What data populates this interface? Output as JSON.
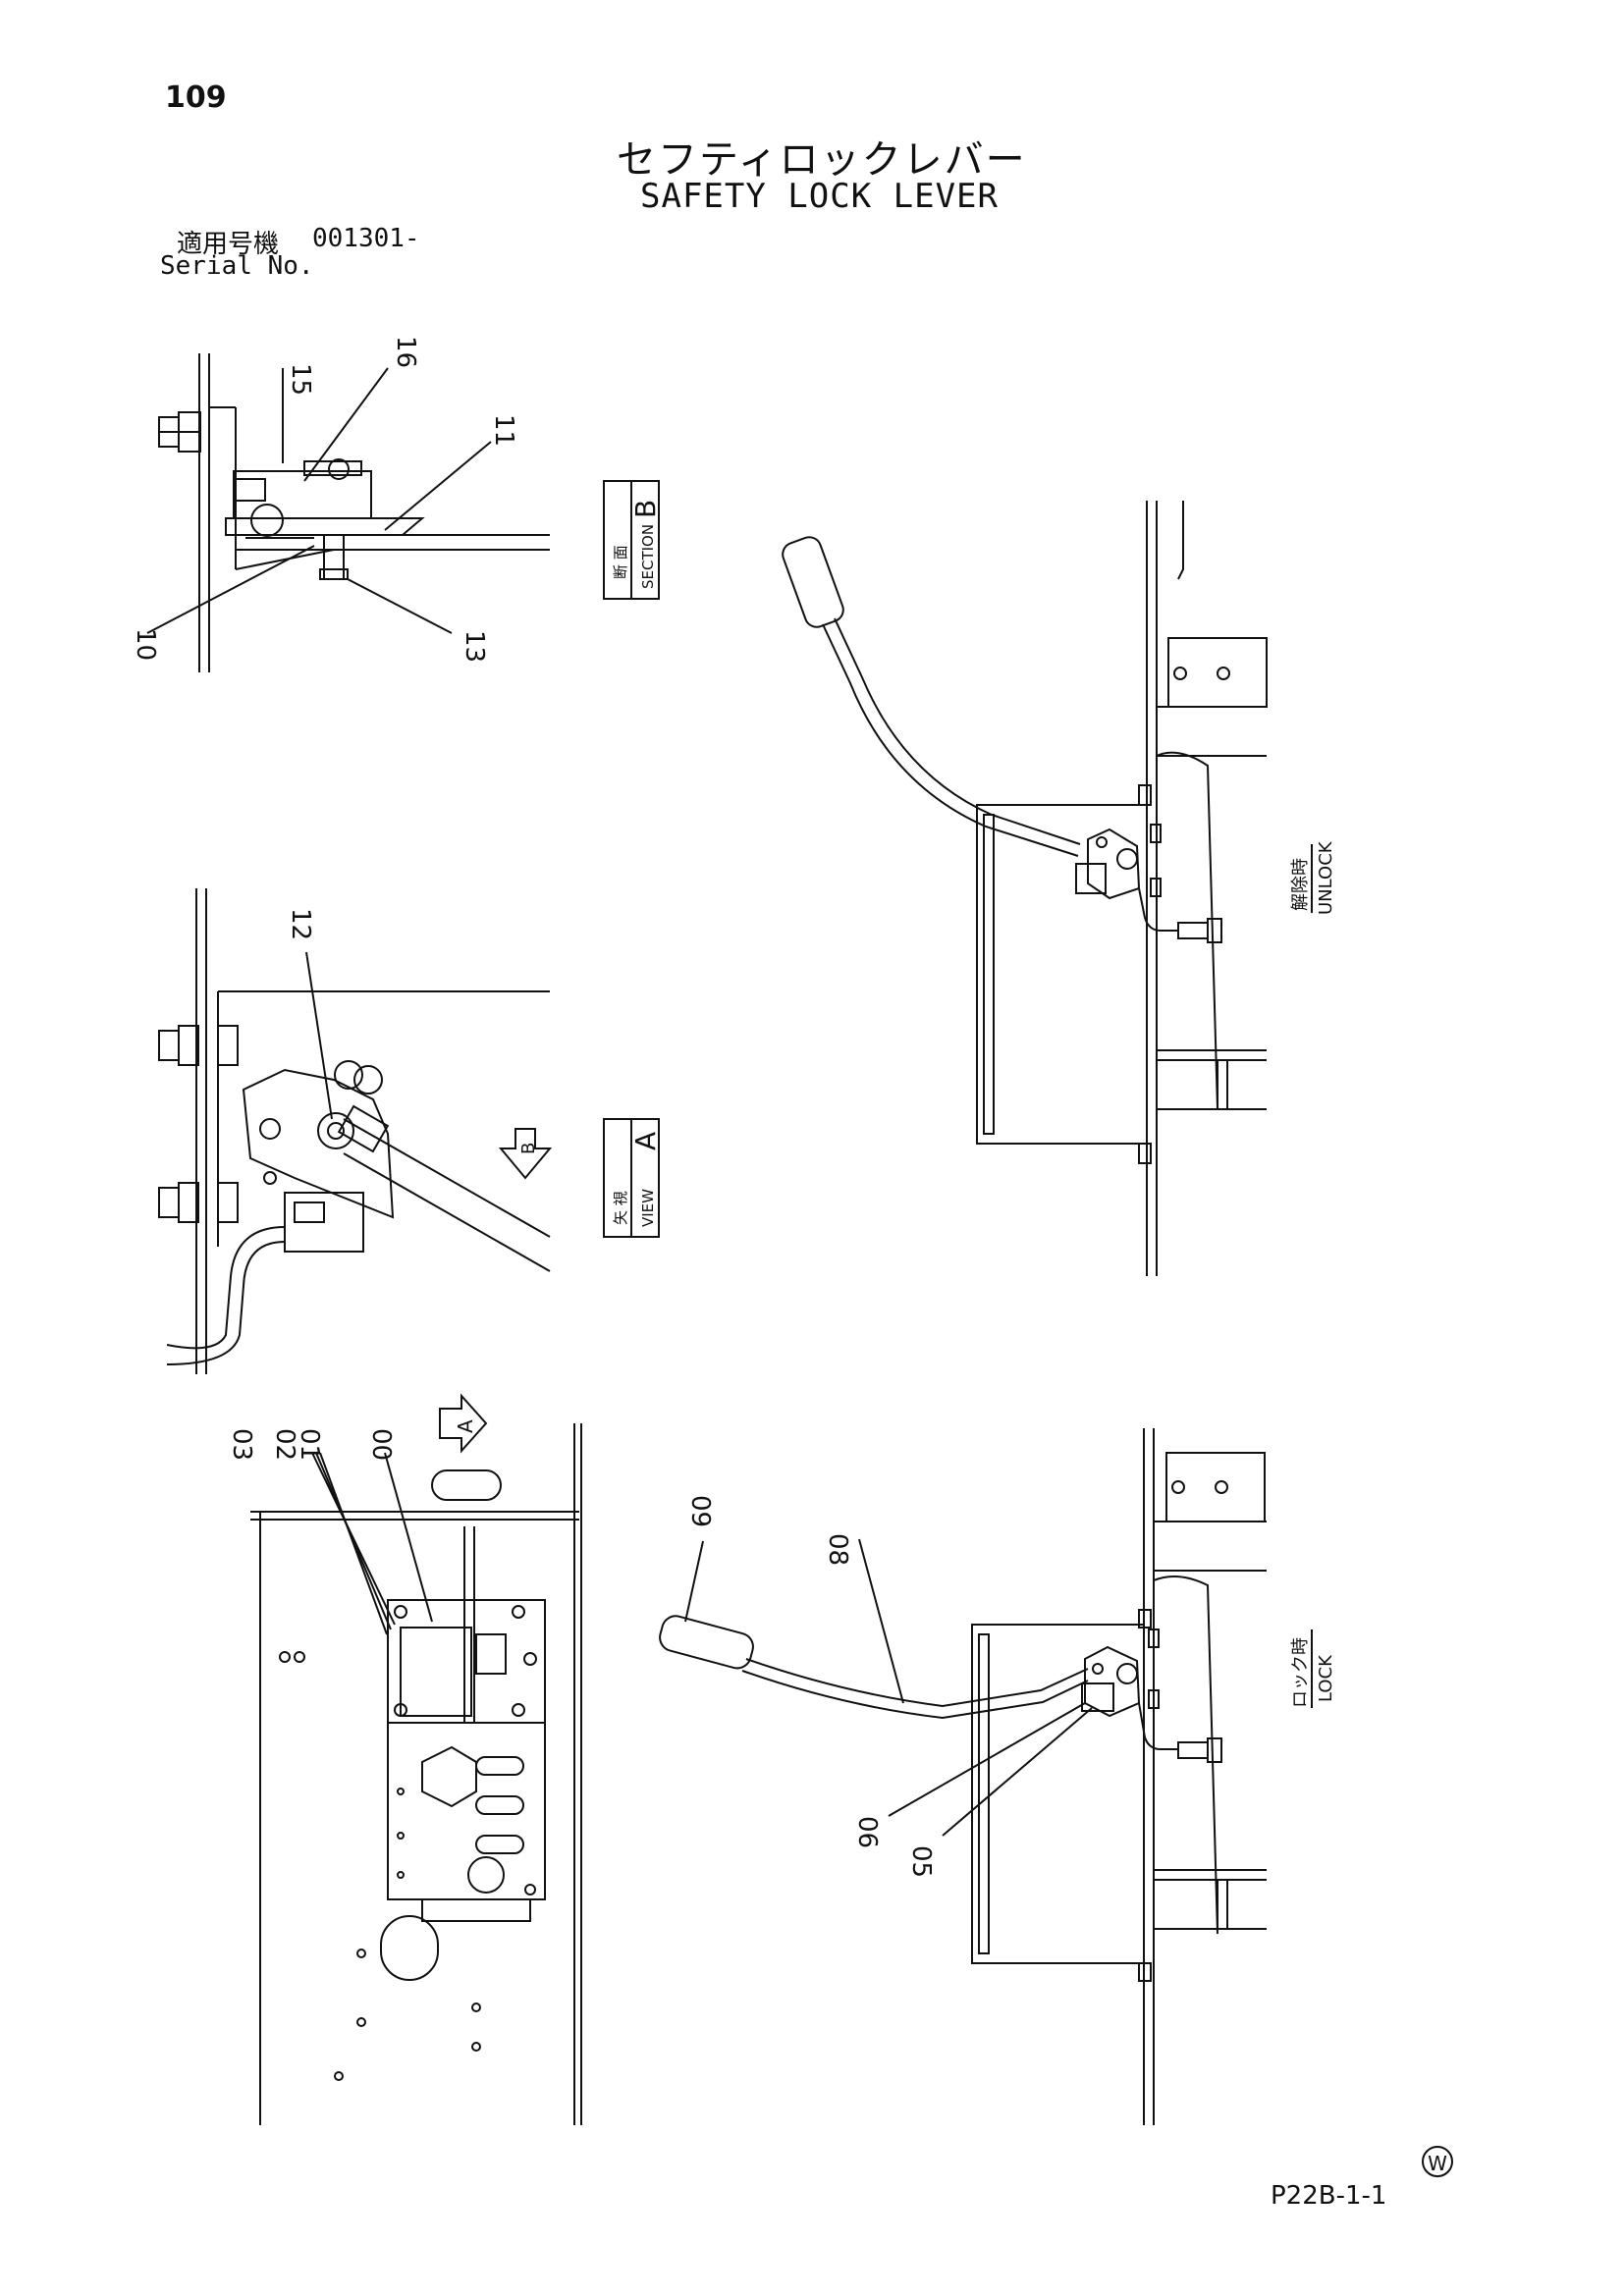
{
  "page_number": "109",
  "title_jp": "セフティロックレバー",
  "title_en": "SAFETY LOCK LEVER",
  "serial": {
    "label_jp": "適用号機",
    "label_en": "Serial No.",
    "value": "001301-"
  },
  "views": {
    "section_b": {
      "jp": "断 面",
      "en": "SECTION",
      "letter": "B"
    },
    "view_a": {
      "jp": "矢 視",
      "en": "VIEW",
      "letter": "A"
    },
    "arrow_b": "B",
    "arrow_a": "A",
    "unlock": {
      "jp": "解除時",
      "en": "UNLOCK"
    },
    "lock": {
      "jp": "ロック時",
      "en": "LOCK"
    }
  },
  "callouts": [
    "15",
    "16",
    "11",
    "10",
    "13",
    "12",
    "03",
    "02",
    "01",
    "00",
    "09",
    "08",
    "06",
    "05"
  ],
  "page_code": "P22B-1-1",
  "watermark": "W"
}
